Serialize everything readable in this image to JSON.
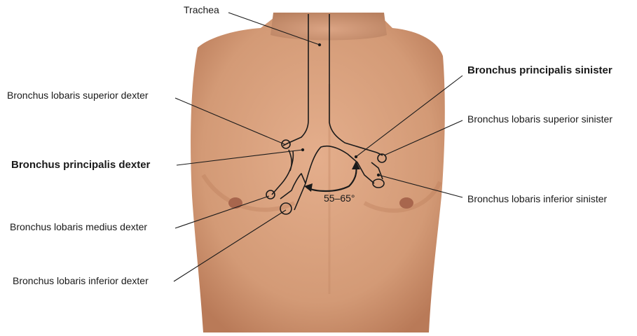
{
  "labels": {
    "trachea": "Trachea",
    "bronchus_lobaris_superior_dexter": "Bronchus lobaris superior dexter",
    "bronchus_principalis_dexter": "Bronchus principalis dexter",
    "bronchus_lobaris_medius_dexter": "Bronchus lobaris medius dexter",
    "bronchus_lobaris_inferior_dexter": "Bronchus lobaris inferior dexter",
    "bronchus_principalis_sinister": "Bronchus principalis sinister",
    "bronchus_lobaris_superior_sinister": "Bronchus lobaris superior sinister",
    "bronchus_lobaris_inferior_sinister": "Bronchus lobaris inferior sinister",
    "angle": "55–65°"
  },
  "colors": {
    "skin": "#d9a07e",
    "skin_shadow": "#b97a58",
    "line": "#1a1a1a"
  }
}
